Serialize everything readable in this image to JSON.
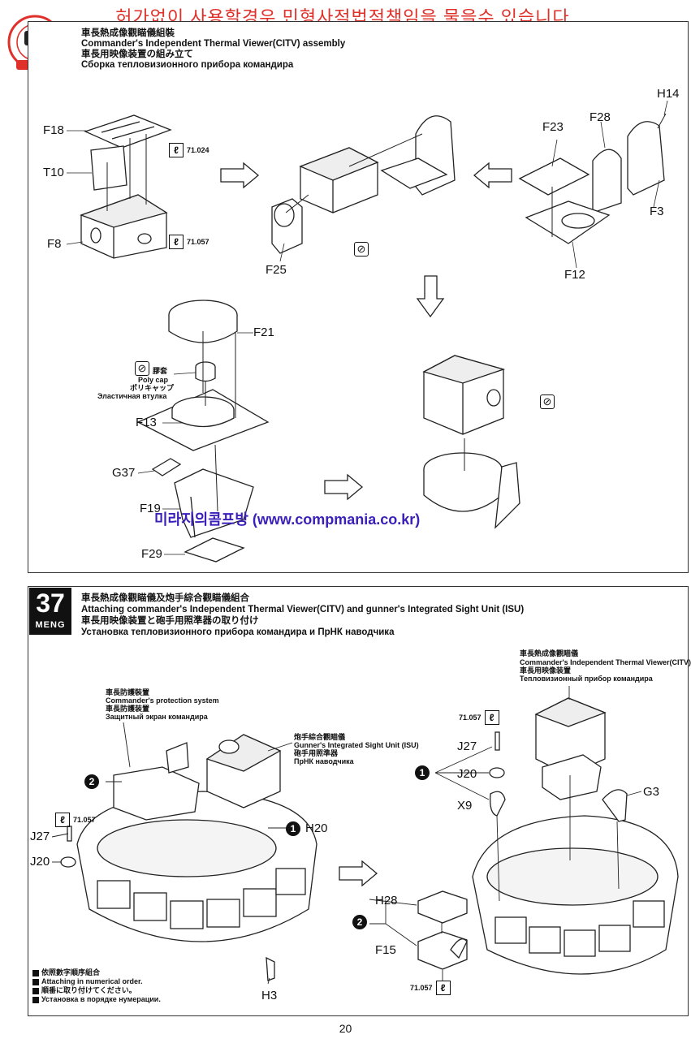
{
  "watermark": {
    "top": "허가없이 사용할경우 민형사적법적책임을 물을수 있습니다.",
    "middle": "미라지의콤프방 (www.compmania.co.kr)"
  },
  "step36": {
    "title_cn": "車長熱成像觀瞄儀組裝",
    "title_en": "Commander's Independent Thermal Viewer(CITV) assembly",
    "title_jp": "車長用映像装置の組み立て",
    "title_ru": "Сборка тепловизионного прибора командира",
    "labels": {
      "F18": "F18",
      "T10": "T10",
      "F8": "F8",
      "F25": "F25",
      "F23": "F23",
      "F28": "F28",
      "H14": "H14",
      "F3": "F3",
      "F12": "F12",
      "F21": "F21",
      "F13": "F13",
      "G37": "G37",
      "F19": "F19",
      "F29": "F29"
    },
    "glue1": "71.024",
    "glue2": "71.057",
    "polycap": {
      "cn": "膠套",
      "en": "Poly cap",
      "jp": "ポリキャップ",
      "ru": "Эластичная втулка"
    }
  },
  "step37": {
    "number": "37",
    "brand": "MENG",
    "title_cn": "車長熱成像觀瞄儀及炮手綜合觀瞄儀組合",
    "title_en": "Attaching commander's Independent Thermal Viewer(CITV) and gunner's Integrated Sight Unit (ISU)",
    "title_jp": "車長用映像装置と砲手用照準器の取り付け",
    "title_ru": "Установка тепловизионного прибора командира и ПрНК наводчика",
    "citv": {
      "cn": "車長熱成像觀瞄儀",
      "en": "Commander's Independent Thermal Viewer(CITV)",
      "jp": "車長用映像装置",
      "ru": "Тепловизионный прибор командира"
    },
    "protection": {
      "cn": "車長防護裝置",
      "en": "Commander's protection system",
      "jp": "車長防護装置",
      "ru": "Защитный экран командира"
    },
    "isu": {
      "cn": "炮手綜合觀瞄儀",
      "en": "Gunner's Integrated Sight Unit (ISU)",
      "jp": "砲手用照準器",
      "ru": "ПрНК наводчика"
    },
    "labels": {
      "J27a": "J27",
      "J20a": "J20",
      "H20": "H20",
      "H3": "H3",
      "J27b": "J27",
      "J20b": "J20",
      "X9": "X9",
      "G3": "G3",
      "H28": "H28",
      "F15": "F15"
    },
    "badge1": "1",
    "badge2": "2",
    "glue": "71.057",
    "legend": {
      "cn": "依照數字順序組合",
      "en": "Attaching in numerical order.",
      "jp": "順番に取り付けてください。",
      "ru": "Установка в порядке нумерации."
    }
  },
  "page_number": "20"
}
